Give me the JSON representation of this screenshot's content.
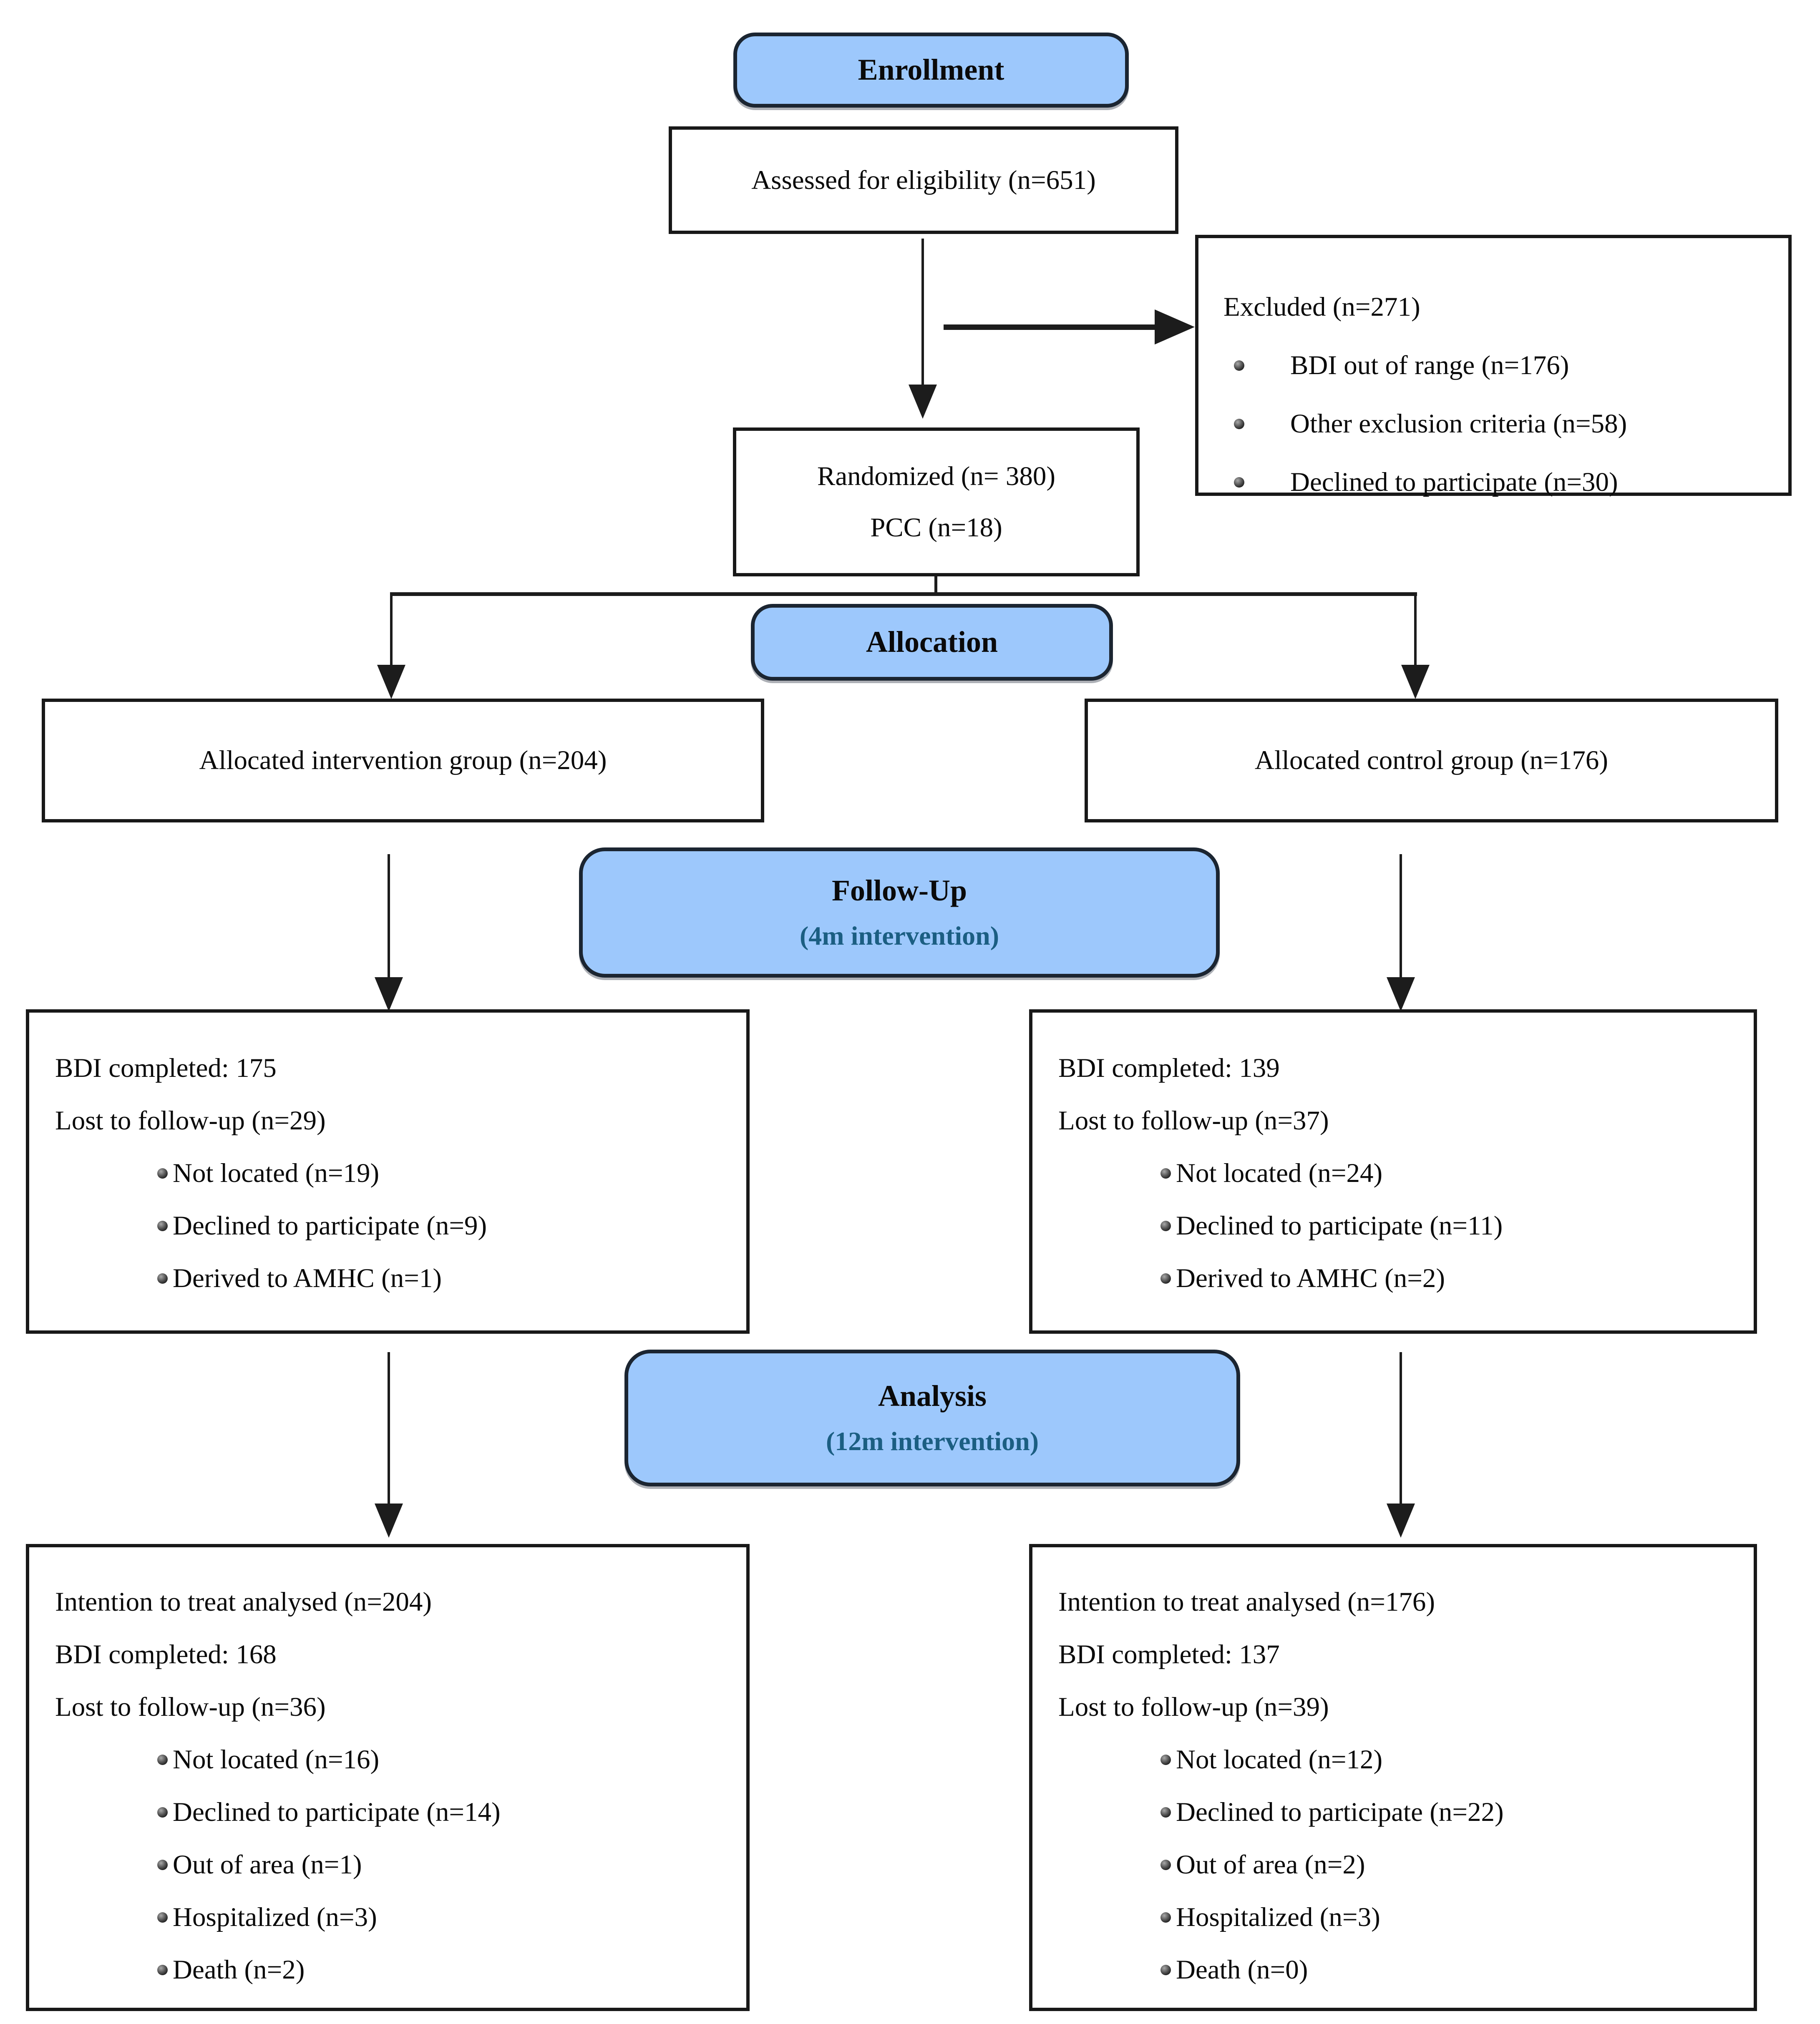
{
  "diagram": {
    "title": "CONSORT participant flow diagram",
    "colors": {
      "stage_fill": "#9DC8FC",
      "stage_border": "#1b2531",
      "box_border": "#181818",
      "accent_text": "#1B5E82",
      "line": "#1c1c1c"
    },
    "stages": {
      "enrollment": {
        "label": "Enrollment"
      },
      "allocation": {
        "label": "Allocation"
      },
      "followup": {
        "label": "Follow-Up",
        "sublabel": "(4m intervention)"
      },
      "analysis": {
        "label": "Analysis",
        "sublabel": "(12m intervention)"
      }
    },
    "boxes": {
      "assessed": {
        "text": "Assessed for eligibility (n=651)"
      },
      "excluded": {
        "title": "Excluded (n=271)",
        "items": [
          "BDI out of range (n=176)",
          "Other exclusion criteria (n=58)",
          "Declined to participate (n=30)"
        ]
      },
      "randomized": {
        "line1": "Randomized (n= 380)",
        "line2": "PCC (n=18)"
      },
      "allocated_intervention": {
        "text": "Allocated intervention group (n=204)"
      },
      "allocated_control": {
        "text": "Allocated control group (n=176)"
      },
      "followup_left": {
        "lines": [
          "BDI completed: 175",
          "Lost to follow-up (n=29)"
        ],
        "items": [
          "Not located (n=19)",
          "Declined to participate (n=9)",
          "Derived to AMHC (n=1)"
        ]
      },
      "followup_right": {
        "lines": [
          "BDI completed: 139",
          "Lost to follow-up (n=37)"
        ],
        "items": [
          "Not located (n=24)",
          "Declined to participate (n=11)",
          "Derived to AMHC (n=2)"
        ]
      },
      "analysis_left": {
        "lines": [
          "Intention to treat analysed (n=204)",
          "BDI completed: 168",
          "Lost to follow-up (n=36)"
        ],
        "items": [
          "Not located (n=16)",
          "Declined to participate (n=14)",
          "Out of area (n=1)",
          "Hospitalized (n=3)",
          "Death (n=2)"
        ]
      },
      "analysis_right": {
        "lines": [
          "Intention to treat analysed (n=176)",
          "BDI completed: 137",
          "Lost to follow-up (n=39)"
        ],
        "items": [
          "Not located (n=12)",
          "Declined to participate (n=22)",
          "Out of area (n=2)",
          "Hospitalized (n=3)",
          "Death (n=0)"
        ]
      }
    }
  }
}
